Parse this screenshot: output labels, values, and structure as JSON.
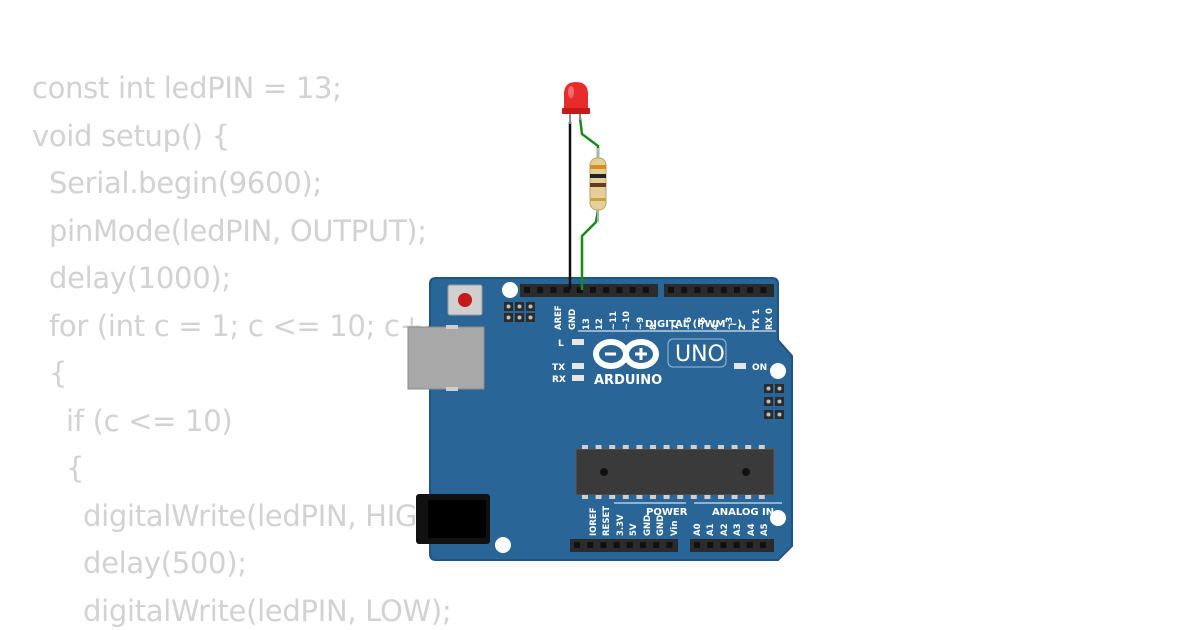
{
  "code": {
    "lines": [
      {
        "indent": 0,
        "text": "const int ledPIN = 13;"
      },
      {
        "indent": 1,
        "text": "void setup() {"
      },
      {
        "indent": 2,
        "text": "Serial.begin(9600);"
      },
      {
        "indent": 2,
        "text": "pinMode(ledPIN, OUTPUT);"
      },
      {
        "indent": 2,
        "text": "delay(1000);"
      },
      {
        "indent": 2,
        "text": "for (int c = 1; c <= 10; c++)"
      },
      {
        "indent": 2,
        "text": "{"
      },
      {
        "indent": 3,
        "text": "if (c <= 10)"
      },
      {
        "indent": 3,
        "text": "{"
      },
      {
        "indent": 4,
        "text": "digitalWrite(ledPIN, HIGH);"
      },
      {
        "indent": 4,
        "text": "delay(500);"
      },
      {
        "indent": 4,
        "text": "digitalWrite(ledPIN, LOW);"
      }
    ]
  },
  "board": {
    "brand": "ARDUINO",
    "model": "UNO",
    "top_header_labels": [
      "AREF",
      "GND",
      "13",
      "12",
      "~11",
      "~10",
      "~9",
      "8",
      "7",
      "~6",
      "~5",
      "4",
      "~3",
      "2",
      "TX 1",
      "RX 0"
    ],
    "digital_label": "DIGITAL (PWM ~)",
    "led_l": "L",
    "led_tx": "TX",
    "led_rx": "RX",
    "on_label": "ON",
    "power_header_labels": [
      "IOREF",
      "RESET",
      "3.3V",
      "5V",
      "GND",
      "GND",
      "Vin"
    ],
    "power_label": "POWER",
    "analog_header_labels": [
      "A0",
      "A1",
      "A2",
      "A3",
      "A4",
      "A5"
    ],
    "analog_label": "ANALOG IN"
  },
  "colors": {
    "board": "#2a6597",
    "board_edge": "#1f5382",
    "code_text": "#d2d2d2",
    "wire_gnd": "#111111",
    "wire_signal": "#1a8a1a",
    "led": "#e82b2b",
    "header": "#2b2b2b",
    "chip": "#3a3a3a",
    "usb": "#a8a8a8"
  }
}
